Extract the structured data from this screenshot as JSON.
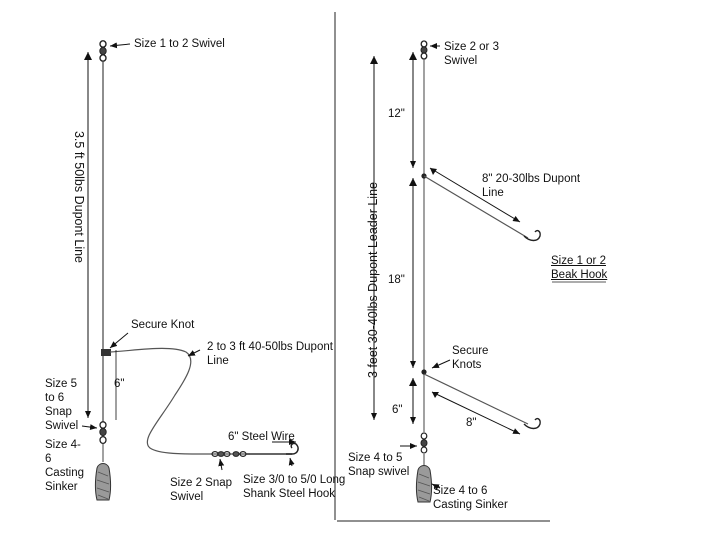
{
  "left_rig": {
    "length_label": "3.5 ft 50lbs Dupont Line",
    "swivel_label": "Size 1 to 2 Swivel",
    "secure_knot_label": "Secure Knot",
    "branch_line_label": "2 to 3 ft 40-50lbs Dupont\nLine",
    "six_inch_label": "6\"",
    "snap_swivel_label": "Size 5\nto 6\nSnap\nSwivel",
    "sinker_label": "Size 4-\n6\nCasting\nSinker",
    "steel_wire_label": "6\" Steel Wire",
    "snap_swivel2_label": "Size 2 Snap\nSwivel",
    "hook_label": "Size 3/0 to 5/0 Long\nShank Steel Hook"
  },
  "right_rig": {
    "length_label": "3 feet 30-40lbs Dupont Leader Line",
    "swivel_label": "Size 2 or 3\nSwivel",
    "twelve_label": "12\"",
    "eighteen_label": "18\"",
    "six_label": "6\"",
    "dropper_line_label": "8\" 20-30lbs Dupont\nLine",
    "beak_hook_label": "Size 1 or 2\nBeak Hook",
    "secure_knots_label": "Secure\nKnots",
    "eight_label": "8\"",
    "snap_swivel_label": "Size 4 to 5\nSnap swivel",
    "sinker_label": "Size 4 to 6\nCasting Sinker"
  }
}
